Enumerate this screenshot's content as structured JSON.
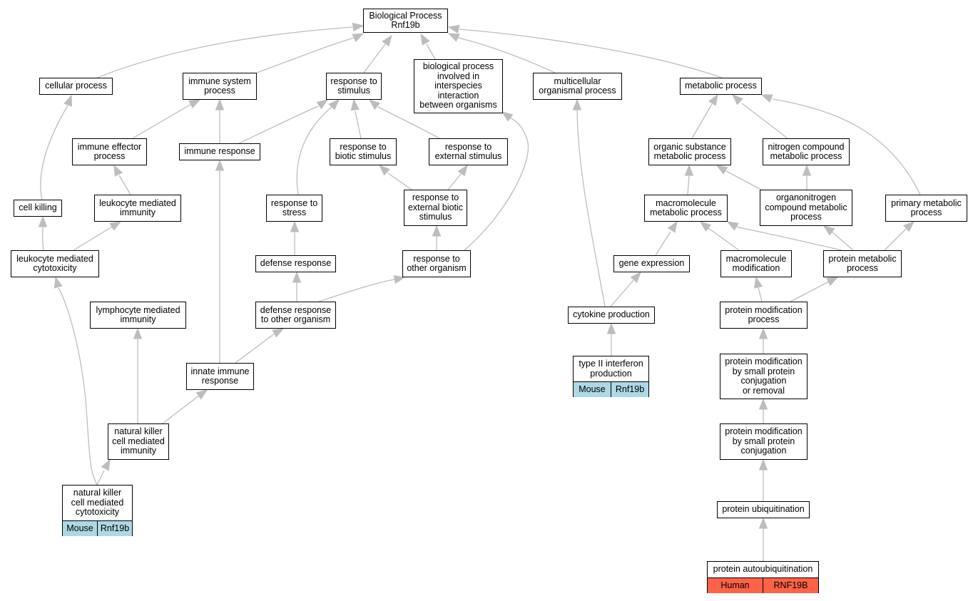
{
  "colors": {
    "edge": "#bdbdbd",
    "mouse_tag": "#add8e6",
    "human_tag": "#ff6347",
    "border": "#000000"
  },
  "nodes": {
    "root": "Biological Process\nRnf19b",
    "cellular_process": "cellular process",
    "immune_system_process": "immune system\nprocess",
    "response_to_stimulus": "response to\nstimulus",
    "interspecies": "biological process\ninvolved in\ninterspecies\ninteraction\nbetween organisms",
    "multicellular": "multicellular\norganismal process",
    "metabolic_process": "metabolic process",
    "immune_effector": "immune effector\nprocess",
    "immune_response": "immune response",
    "biotic_stimulus": "response to\nbiotic stimulus",
    "external_stimulus": "response to\nexternal stimulus",
    "organic_substance": "organic substance\nmetabolic process",
    "nitrogen_compound": "nitrogen compound\nmetabolic process",
    "cell_killing": "cell killing",
    "leukocyte_immunity": "leukocyte mediated\nimmunity",
    "response_to_stress": "response to\nstress",
    "external_biotic": "response to\nexternal biotic\nstimulus",
    "macromolecule_metabolic": "macromolecule\nmetabolic process",
    "organonitrogen": "organonitrogen\ncompound metabolic\nprocess",
    "primary_metabolic": "primary metabolic\nprocess",
    "leukocyte_cytotoxicity": "leukocyte mediated\ncytotoxicity",
    "defense_response": "defense response",
    "other_organism": "response to\nother organism",
    "gene_expression": "gene expression",
    "macromolecule_modification": "macromolecule\nmodification",
    "protein_metabolic": "protein metabolic\nprocess",
    "lymphocyte_immunity": "lymphocyte mediated\nimmunity",
    "defense_other_organism": "defense response\nto other organism",
    "cytokine_production": "cytokine production",
    "protein_modification": "protein modification\nprocess",
    "innate_immune": "innate immune\nresponse",
    "protein_mod_small_removal": "protein modification\nby small protein\nconjugation\nor removal",
    "nk_immunity": "natural killer\ncell mediated\nimmunity",
    "protein_mod_small": "protein modification\nby small protein\nconjugation",
    "protein_ubiquitination": "protein ubiquitination"
  },
  "leaves": {
    "nk_cytotoxicity": {
      "label": "natural killer\ncell mediated\ncytotoxicity",
      "species": "Mouse",
      "gene": "Rnf19b"
    },
    "ifn_gamma": {
      "label": "type II interferon\nproduction",
      "species": "Mouse",
      "gene": "Rnf19b"
    },
    "autoubiquitination": {
      "label": "protein autoubiquitination",
      "species": "Human",
      "gene": "RNF19B"
    }
  }
}
